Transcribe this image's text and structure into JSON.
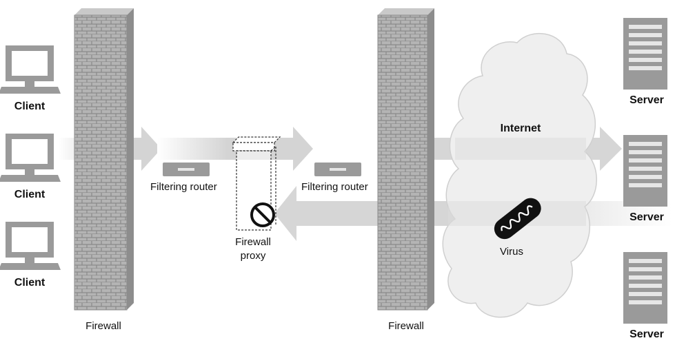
{
  "clients": [
    {
      "label": "Client"
    },
    {
      "label": "Client"
    },
    {
      "label": "Client"
    }
  ],
  "servers": [
    {
      "label": "Server"
    },
    {
      "label": "Server"
    },
    {
      "label": "Server"
    }
  ],
  "firewall_left": {
    "label": "Firewall"
  },
  "firewall_right": {
    "label": "Firewall"
  },
  "router_left": {
    "label": "Filtering router"
  },
  "router_right": {
    "label": "Filtering router"
  },
  "proxy": {
    "label_line1": "Firewall",
    "label_line2": "proxy"
  },
  "internet": {
    "label": "Internet"
  },
  "virus": {
    "label": "Virus"
  },
  "icons": [
    "client-monitor-icon",
    "server-tower-icon",
    "brick-wall-icon",
    "router-icon",
    "proxy-tower-icon",
    "no-entry-icon",
    "cloud-icon",
    "virus-icon",
    "arrow-right-icon",
    "arrow-left-icon"
  ],
  "colors": {
    "arrow": "#d6d6d6",
    "wall": "#a9a9a9",
    "device": "#9a9a9a",
    "cloud": "#efefef",
    "virus": "#111111"
  }
}
